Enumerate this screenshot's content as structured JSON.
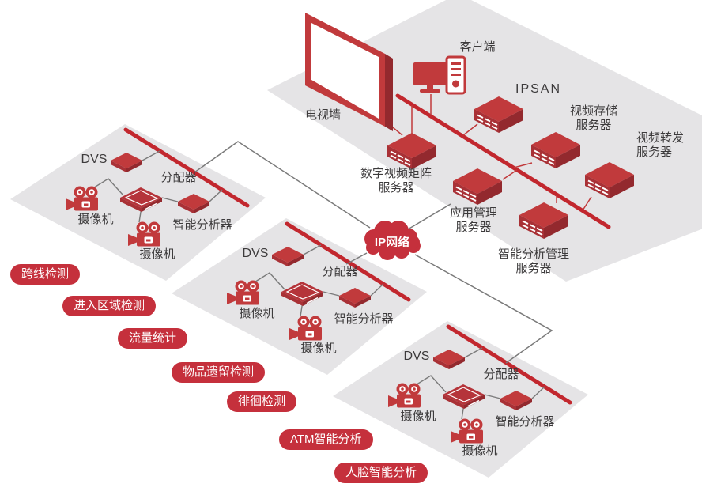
{
  "cloud": {
    "label": "IP网络"
  },
  "top_platform": {
    "tv_wall_label": "电视墙",
    "client_label": "客户端",
    "servers": [
      {
        "label": "IPSAN"
      },
      {
        "label": "视频存储\n服务器"
      },
      {
        "label": "视频转发\n服务器"
      },
      {
        "label": "数字视频矩阵\n服务器"
      },
      {
        "label": "应用管理\n服务器"
      },
      {
        "label": "智能分析管理\n服务器"
      }
    ]
  },
  "camera_group_labels": {
    "dvs": "DVS",
    "distributor": "分配器",
    "camera1": "摄像机",
    "camera2": "摄像机",
    "analyzer": "智能分析器"
  },
  "feature_tags": [
    "跨线检测",
    "进入区域检测",
    "流量统计",
    "物品遗留检测",
    "徘徊检测",
    "ATM智能分析",
    "人脸智能分析"
  ],
  "colors": {
    "red": "#c13a3c",
    "red_mid": "#a93136",
    "red_dark": "#93292e",
    "bus_red": "#c2272e",
    "platform_gray": "#e5e4e6",
    "line_gray": "#7a7a7a",
    "pill_red": "#c5303c",
    "text": "#3d3b3c"
  }
}
